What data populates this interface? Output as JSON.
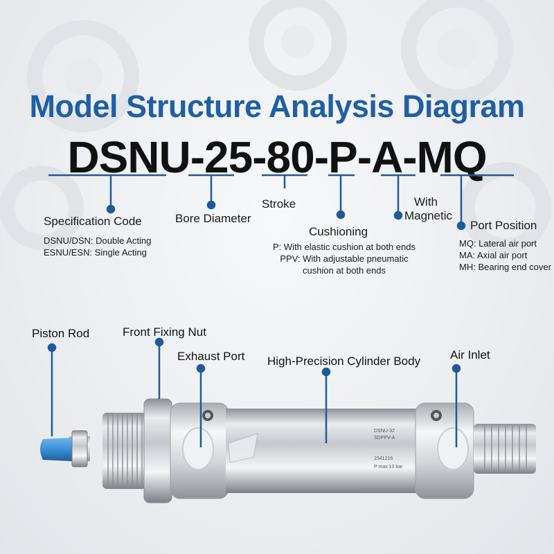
{
  "title": "Model Structure Analysis Diagram",
  "model_code": "DSNU-25-80-P-A-MQ",
  "segments": [
    {
      "code": "DSNU",
      "label": "Specification Code",
      "notes": [
        "DSNU/DSN: Double Acting",
        "ESNU/ESN: Single Acting"
      ]
    },
    {
      "code": "25",
      "label": "Bore Diameter",
      "notes": []
    },
    {
      "code": "80",
      "label": "Stroke",
      "notes": []
    },
    {
      "code": "P",
      "label": "Cushioning",
      "notes": [
        "P: With elastic cushion at both ends",
        "PPV: With adjustable pneumatic",
        "cushion at both ends"
      ]
    },
    {
      "code": "A",
      "label_line1": "With",
      "label_line2": "Magnetic",
      "notes": []
    },
    {
      "code": "MQ",
      "label": "Port Position",
      "notes": [
        "MQ: Lateral air port",
        "MA: Axial air port",
        "MH: Bearing end cover"
      ]
    }
  ],
  "parts": {
    "piston_rod": "Piston Rod",
    "front_fixing_nut": "Front Fixing Nut",
    "exhaust_port": "Exhaust Port",
    "cylinder_body": "High-Precision Cylinder Body",
    "air_inlet": "Air Inlet"
  },
  "cylinder_marking": [
    "DSNU-32",
    "SDPPV-A",
    "1541216",
    "P max 10 bar"
  ],
  "colors": {
    "title_blue": "#1f5fa3",
    "callout_blue": "#1e5a99",
    "rod_cap_blue": "#3b8fd6",
    "text_dark": "#111111"
  }
}
